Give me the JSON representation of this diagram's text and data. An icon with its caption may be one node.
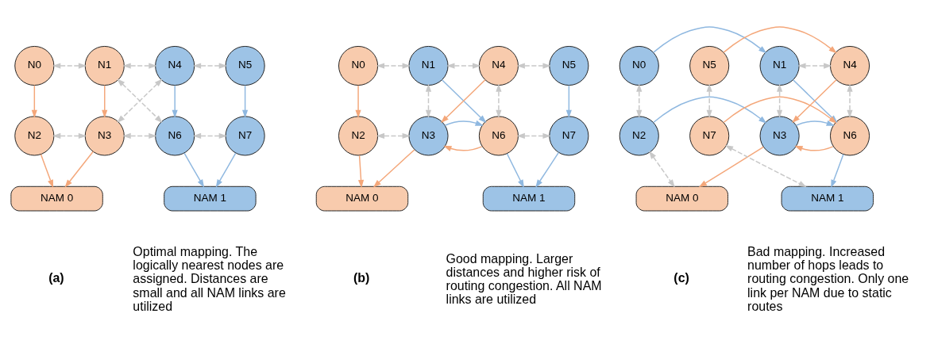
{
  "diagram": {
    "nodes": [
      {
        "text": [
          "N0"
        ]
      },
      {
        "text": [
          "N1"
        ]
      },
      {
        "text": [
          "N2"
        ]
      },
      {
        "text": [
          "N3"
        ]
      },
      {
        "text": [
          "N4"
        ]
      },
      {
        "text": [
          "N5"
        ]
      },
      {
        "text": [
          "N6"
        ]
      },
      {
        "text": [
          "N7"
        ]
      },
      {
        "text": [
          "NAM 0"
        ]
      },
      {
        "text": [
          "NAM 1"
        ]
      },
      {
        "text": [
          "N0"
        ]
      },
      {
        "text": [
          "N1"
        ]
      },
      {
        "text": [
          "N2"
        ]
      },
      {
        "text": [
          "N3"
        ]
      },
      {
        "text": [
          "N4"
        ]
      },
      {
        "text": [
          "N5"
        ]
      },
      {
        "text": [
          "N6"
        ]
      },
      {
        "text": [
          "N7"
        ]
      },
      {
        "text": [
          "NAM 0"
        ]
      },
      {
        "text": [
          "NAM 1"
        ]
      },
      {
        "text": [
          "N0"
        ]
      },
      {
        "text": [
          "N1"
        ]
      },
      {
        "text": [
          "N2"
        ]
      },
      {
        "text": [
          "N3"
        ]
      },
      {
        "text": [
          "N4"
        ]
      },
      {
        "text": [
          "N5"
        ]
      },
      {
        "text": [
          "N6"
        ]
      },
      {
        "text": [
          "N7"
        ]
      },
      {
        "text": [
          "NAM 0"
        ]
      },
      {
        "text": [
          "NAM 1"
        ]
      }
    ],
    "edges": [
      {
        "from": 0,
        "to": 1,
        "arrow": "both",
        "style": "dashed"
      },
      {
        "from": 1,
        "to": 4,
        "arrow": "both",
        "style": "dashed"
      },
      {
        "from": 4,
        "to": 5,
        "arrow": "both",
        "style": "dashed"
      },
      {
        "from": 0,
        "to": 2,
        "arrow": "to",
        "color": "#f4a77a"
      },
      {
        "from": 1,
        "to": 3,
        "arrow": "to",
        "color": "#f4a77a"
      },
      {
        "from": 1,
        "to": 6,
        "arrow": "both",
        "style": "dashed"
      },
      {
        "from": 4,
        "to": 3,
        "arrow": "both",
        "style": "dashed"
      },
      {
        "from": 4,
        "to": 6,
        "arrow": "to",
        "color": "#8fb8e0"
      },
      {
        "from": 5,
        "to": 7,
        "arrow": "to",
        "color": "#8fb8e0"
      },
      {
        "from": 2,
        "to": 3,
        "arrow": "both",
        "style": "dashed"
      },
      {
        "from": 3,
        "to": 6,
        "arrow": "both",
        "style": "dashed"
      },
      {
        "from": 6,
        "to": 7,
        "arrow": "both",
        "style": "dashed"
      },
      {
        "from": 2,
        "to": 8,
        "arrow": "to",
        "color": "#f4a77a"
      },
      {
        "from": 3,
        "to": 8,
        "arrow": "to",
        "color": "#f4a77a"
      },
      {
        "from": 6,
        "to": 9,
        "arrow": "to",
        "color": "#8fb8e0"
      },
      {
        "from": 7,
        "to": 9,
        "arrow": "to",
        "color": "#8fb8e0"
      },
      {
        "from": 10,
        "to": 11,
        "arrow": "both",
        "style": "dashed"
      },
      {
        "from": 11,
        "to": 14,
        "arrow": "both",
        "style": "dashed"
      },
      {
        "from": 14,
        "to": 15,
        "arrow": "both",
        "style": "dashed"
      },
      {
        "from": 10,
        "to": 12,
        "arrow": "to",
        "color": "#f4a77a"
      },
      {
        "from": 11,
        "to": 13,
        "arrow": "both",
        "style": "dashed"
      },
      {
        "from": 11,
        "to": 16,
        "arrow": "to",
        "color": "#8fb8e0"
      },
      {
        "from": 14,
        "to": 13,
        "arrow": "to",
        "color": "#f4a77a"
      },
      {
        "from": 14,
        "to": 16,
        "arrow": "both",
        "style": "dashed"
      },
      {
        "from": 15,
        "to": 17,
        "arrow": "to",
        "color": "#8fb8e0"
      },
      {
        "from": 12,
        "to": 13,
        "arrow": "both",
        "style": "dashed"
      },
      {
        "from": 16,
        "to": 13,
        "arrow": "to",
        "color": "#f4a77a"
      },
      {
        "from": 13,
        "to": 16,
        "arrow": "to",
        "color": "#8fb8e0"
      },
      {
        "from": 16,
        "to": 17,
        "arrow": "both",
        "style": "dashed"
      },
      {
        "from": 12,
        "to": 18,
        "arrow": "to",
        "color": "#f4a77a"
      },
      {
        "from": 13,
        "to": 18,
        "arrow": "to",
        "color": "#f4a77a"
      },
      {
        "from": 16,
        "to": 19,
        "arrow": "to",
        "color": "#8fb8e0"
      },
      {
        "from": 17,
        "to": 19,
        "arrow": "to",
        "color": "#8fb8e0"
      },
      {
        "from": 20,
        "to": 21,
        "arrow": "to",
        "color": "#8fb8e0"
      },
      {
        "from": 21,
        "to": 24,
        "arrow": "both",
        "style": "dashed"
      },
      {
        "from": 25,
        "to": 24,
        "arrow": "to",
        "color": "#f4a77a"
      },
      {
        "from": 20,
        "to": 22,
        "arrow": "both",
        "style": "dashed"
      },
      {
        "from": 21,
        "to": 23,
        "arrow": "both",
        "style": "dashed"
      },
      {
        "from": 21,
        "to": 26,
        "arrow": "to",
        "color": "#8fb8e0"
      },
      {
        "from": 24,
        "to": 23,
        "arrow": "to",
        "color": "#f4a77a"
      },
      {
        "from": 24,
        "to": 26,
        "arrow": "both",
        "style": "dashed"
      },
      {
        "from": 25,
        "to": 27,
        "arrow": "both",
        "style": "dashed"
      },
      {
        "from": 22,
        "to": 23,
        "arrow": "to",
        "color": "#8fb8e0"
      },
      {
        "from": 26,
        "to": 23,
        "arrow": "to",
        "color": "#f4a77a"
      },
      {
        "from": 23,
        "to": 26,
        "arrow": "to",
        "color": "#8fb8e0"
      },
      {
        "from": 27,
        "to": 26,
        "arrow": "to",
        "color": "#f4a77a"
      },
      {
        "from": 22,
        "to": 28,
        "arrow": "both",
        "style": "dashed"
      },
      {
        "from": 23,
        "to": 28,
        "arrow": "to",
        "color": "#f4a77a"
      },
      {
        "from": 26,
        "to": 29,
        "arrow": "to",
        "color": "#8fb8e0"
      },
      {
        "from": 27,
        "to": 29,
        "arrow": "both",
        "style": "dashed"
      }
    ],
    "labels": [
      "(a)",
      "Optimal mapping. The logically nearest nodes are assigned. Distances are small and all NAM links are utilized",
      "(b)",
      "Good mapping. Larger distances and higher risk of routing congestion. All NAM links are utilized",
      "(c)",
      "Bad mapping. Increased number of hops leads to routing congestion. Only one link per NAM due to static routes"
    ]
  }
}
